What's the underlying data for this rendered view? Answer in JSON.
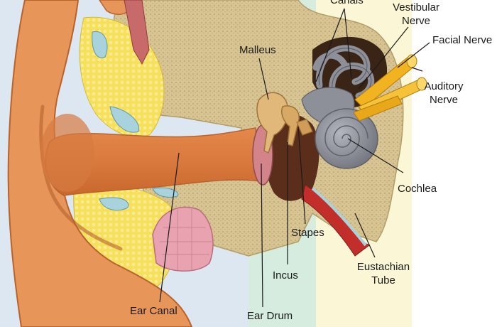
{
  "labels": {
    "canals": "Canals",
    "vestibular_nerve_line1": "Vestibular",
    "vestibular_nerve_line2": "Nerve",
    "facial_nerve": "Facial Nerve",
    "auditory_nerve_line1": "Auditory",
    "auditory_nerve_line2": "Nerve",
    "malleus": "Malleus",
    "cochlea": "Cochlea",
    "stapes": "Stapes",
    "incus": "Incus",
    "eustachian_tube_line1": "Eustachian",
    "eustachian_tube_line2": "Tube",
    "ear_canal": "Ear Canal",
    "ear_drum": "Ear Drum"
  },
  "colors": {
    "outer_ear_zone": "#dde7f2",
    "middle_ear_zone": "#d6ecdf",
    "inner_ear_zone": "#fbf7d6",
    "skin": "#e8955a",
    "skin_dark": "#b8632c",
    "bone": "#d8c493",
    "cartilage": "#f6df5a",
    "cochlea_gray": "#8d8f99",
    "nerve_yellow": "#f2b320",
    "tissue_red": "#c22f2a",
    "ear_drum": "#d3848a",
    "fluid_blue": "#a9d3dc"
  }
}
